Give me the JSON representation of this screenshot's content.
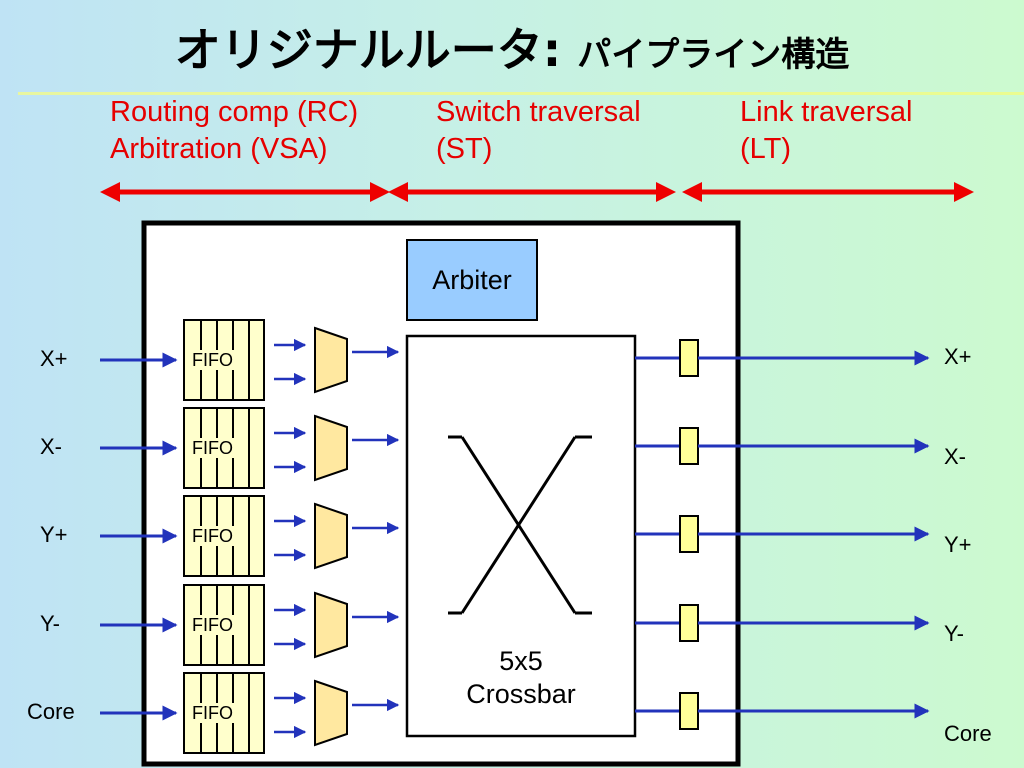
{
  "title": {
    "main": "オリジナルルータ: ",
    "sub": "パイプライン構造"
  },
  "stages": [
    {
      "line1": "Routing comp (RC)",
      "line2": "Arbitration (VSA)"
    },
    {
      "line1": "Switch traversal",
      "line2": "(ST)"
    },
    {
      "line1": "Link traversal",
      "line2": "(LT)"
    }
  ],
  "router": {
    "arbiter": "Arbiter",
    "fifo": "FIFO",
    "crossbar_line1": "5x5",
    "crossbar_line2": "Crossbar"
  },
  "input_ports": [
    "X+",
    "X-",
    "Y+",
    "Y-",
    "Core"
  ],
  "output_ports": [
    "X+",
    "X-",
    "Y+",
    "Y-",
    "Core"
  ],
  "colors": {
    "stage_text": "#e60000",
    "stage_arrow": "#ee0000",
    "port_arrow": "#2233bb",
    "fifo_fill": "#ffffcc",
    "mux_fill": "#ffe8a0",
    "latch_fill": "#ffff99",
    "arbiter_fill": "#99ccff"
  }
}
